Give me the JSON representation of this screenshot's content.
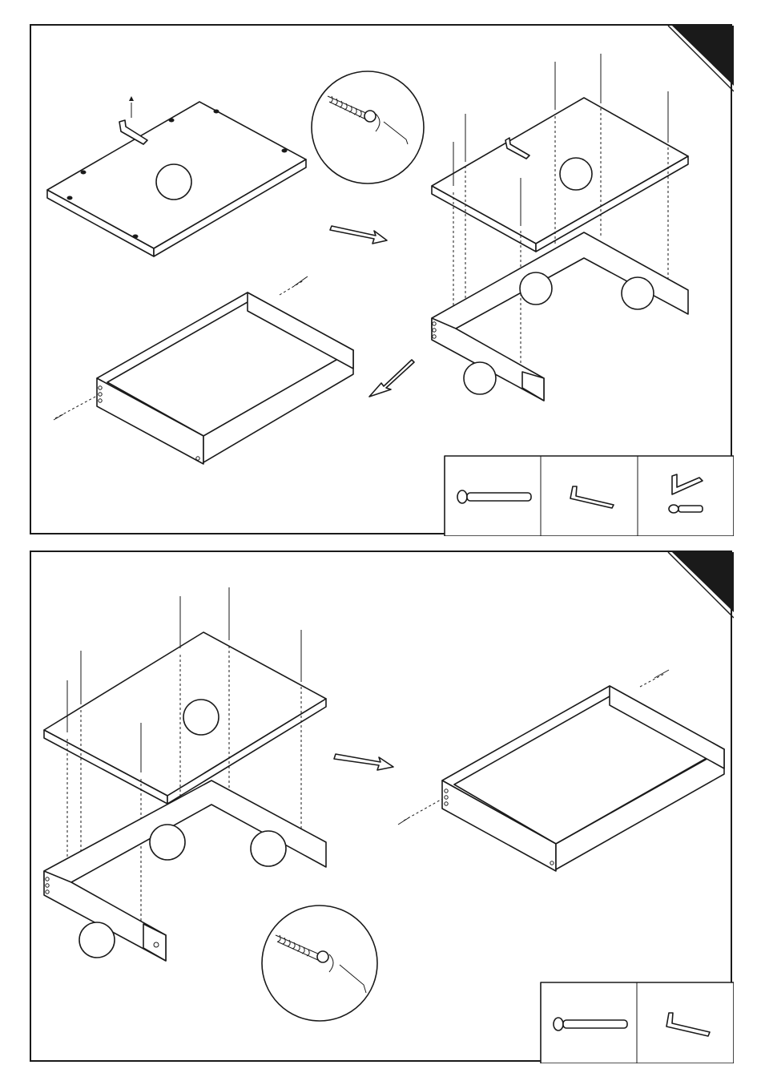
{
  "document": {
    "type": "assembly-instructions",
    "panels": [
      {
        "id": "step-1",
        "parts_legend": [
          "cam-bolt-screw-icon",
          "allen-key-icon",
          "l-bracket-and-screw-icon"
        ]
      },
      {
        "id": "step-2",
        "parts_legend": [
          "cam-bolt-screw-icon",
          "allen-key-icon"
        ]
      }
    ],
    "colors": {
      "ink": "#1a1a1a",
      "paper": "#ffffff"
    }
  }
}
